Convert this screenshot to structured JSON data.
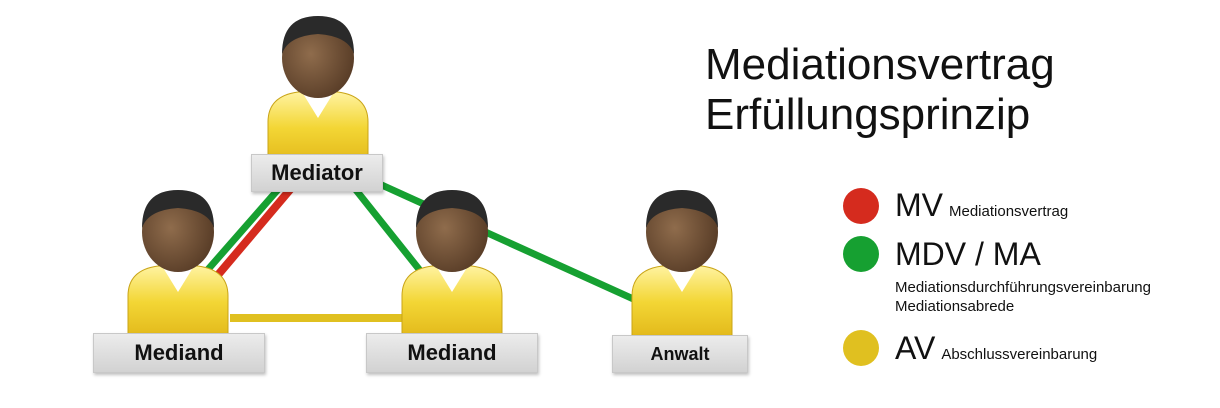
{
  "title": {
    "line1": "Mediationsvertrag",
    "line2": "Erfüllungsprinzip"
  },
  "nodes": {
    "mediator": "Mediator",
    "mediand_left": "Mediand",
    "mediand_middle": "Mediand",
    "anwalt": "Anwalt"
  },
  "legend": {
    "mv": {
      "abbr": "MV",
      "desc": "Mediationsvertrag",
      "color": "#d52b1e"
    },
    "mdv": {
      "abbr": "MDV / MA",
      "desc_line1": "Mediationsdurchführungsvereinbarung",
      "desc_line2": "Mediationsabrede",
      "color": "#16a031"
    },
    "av": {
      "abbr": "AV",
      "desc": "Abschlussvereinbarung",
      "color": "#e0c020"
    }
  },
  "colors": {
    "skin": "#7a5a3e",
    "hair": "#2a2a2a",
    "shirt": "#f2d22e"
  }
}
